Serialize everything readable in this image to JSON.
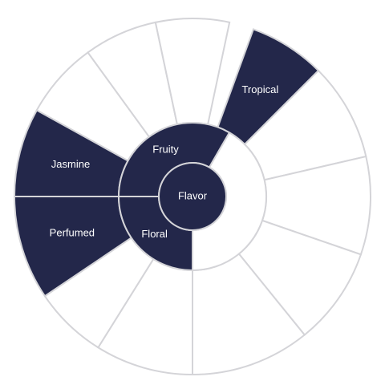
{
  "colors": {
    "selected": "#23274a",
    "unselected": "#ffffff",
    "stroke": "#d4d4d8",
    "label": "#ffffff"
  },
  "center": {
    "label": "Flavor"
  },
  "ring1": [
    {
      "label": "Fruity",
      "selected": true
    },
    {
      "label": "Floral",
      "selected": true
    },
    {
      "label": "",
      "selected": false
    }
  ],
  "ring2": [
    {
      "label": "Tropical",
      "selected": true
    },
    {
      "label": "",
      "selected": false
    },
    {
      "label": "",
      "selected": false
    },
    {
      "label": "",
      "selected": false
    },
    {
      "label": "",
      "selected": false
    },
    {
      "label": "",
      "selected": false
    },
    {
      "label": "",
      "selected": false
    },
    {
      "label": "Perfumed",
      "selected": true
    },
    {
      "label": "Jasmine",
      "selected": true
    },
    {
      "label": "",
      "selected": false
    },
    {
      "label": "",
      "selected": false
    },
    {
      "label": "",
      "selected": false
    },
    {
      "label": "",
      "selected": false
    }
  ]
}
